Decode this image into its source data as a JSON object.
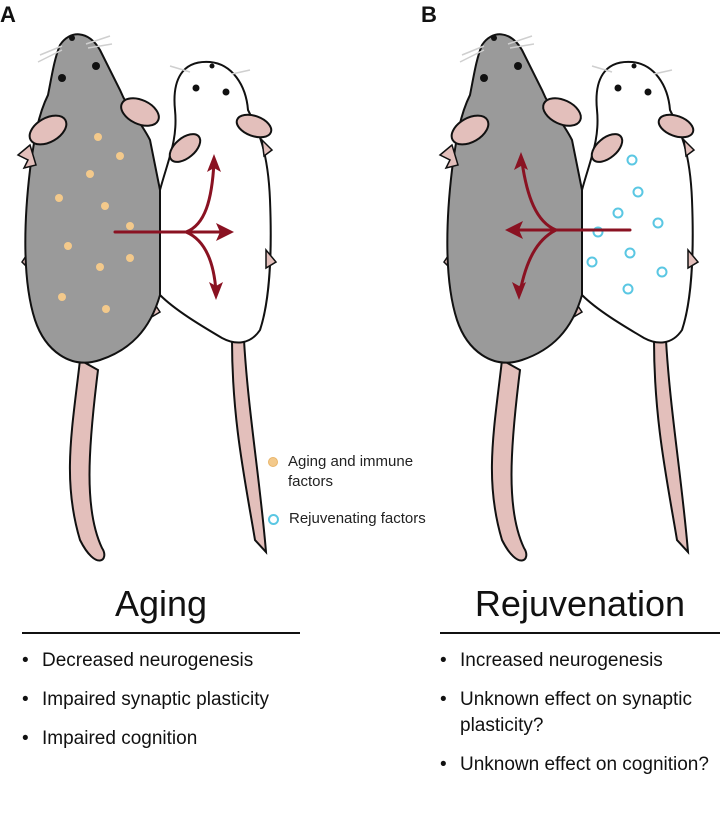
{
  "panels": [
    {
      "label": "A"
    },
    {
      "label": "B"
    }
  ],
  "legend": {
    "aging_factors": "Aging and immune factors",
    "rejuvenating_factors": "Rejuvenating factors",
    "colors": {
      "aging_dot": "#f3c98b",
      "rejuvenating_dot": "#5ac7e3"
    }
  },
  "sections": {
    "aging": {
      "title": "Aging",
      "items": [
        "Decreased neurogenesis",
        "Impaired synaptic plasticity",
        "Impaired cognition"
      ]
    },
    "rejuvenation": {
      "title": "Rejuvenation",
      "items": [
        "Increased neurogenesis",
        "Unknown effect on synaptic plasticity?",
        "Unknown effect on cognition?"
      ]
    }
  },
  "colors": {
    "old_mouse": "#9a9a9a",
    "arrow": "#8a1222",
    "tail": "#e3bfbb"
  }
}
